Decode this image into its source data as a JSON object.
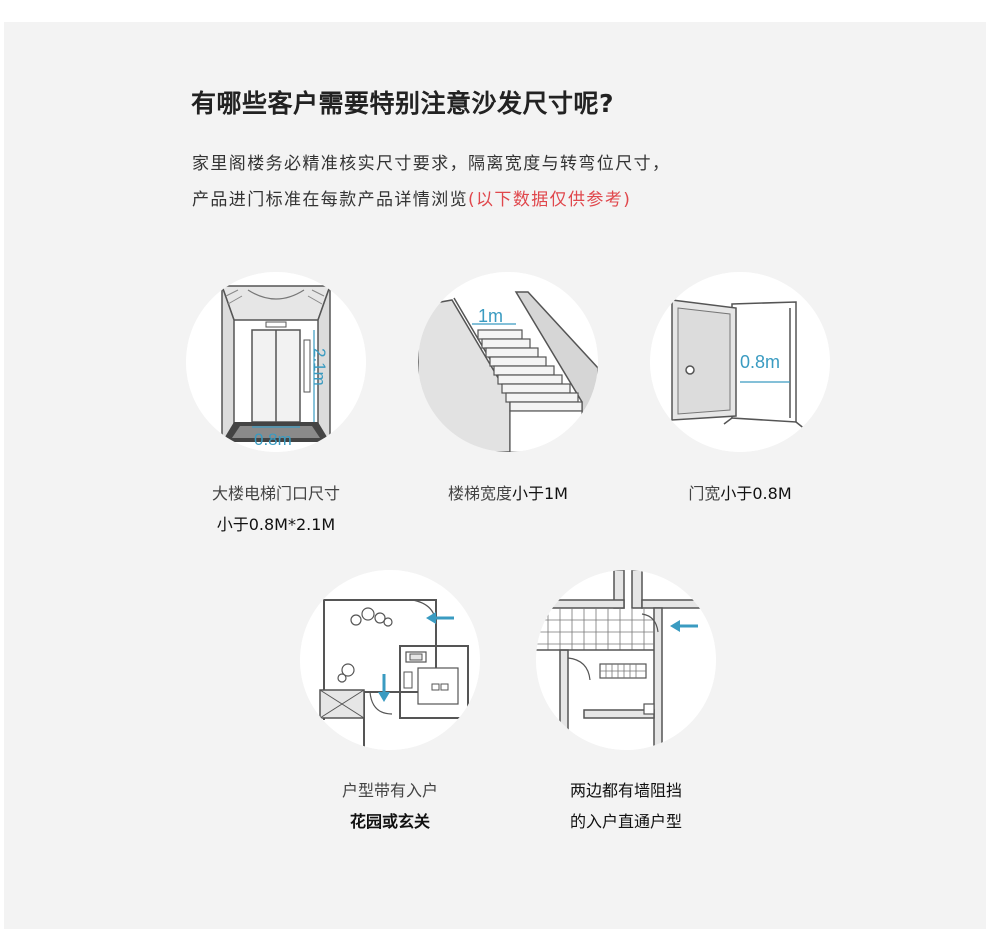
{
  "heading": "有哪些客户需要特别注意沙发尺寸呢?",
  "intro": {
    "line1": "家里阁楼务必精准核实尺寸要求，隔离宽度与转弯位尺寸，",
    "line2": "产品进门标准在每款产品详情浏览",
    "note": "(以下数据仅供参考)"
  },
  "items": [
    {
      "label_a": "大楼电梯门口尺寸",
      "label_b": "小于0.8M*2.1M",
      "dim_w": "0.8m",
      "dim_h": "2.1m"
    },
    {
      "label_a": "楼梯宽度",
      "label_b": "小于1M",
      "dim_w": "1m"
    },
    {
      "label_a": "门宽",
      "label_b": "小于0.8M",
      "dim_w": "0.8m"
    },
    {
      "label_a": "户型带有入户",
      "label_b": "花园或玄关"
    },
    {
      "label_a": "两边都有墙阻挡",
      "label_b": "的入户直通户型"
    }
  ],
  "colors": {
    "accent": "#3a9bc1",
    "note": "#e0474c",
    "line": "#555555",
    "fill": "#e6e6e6"
  }
}
